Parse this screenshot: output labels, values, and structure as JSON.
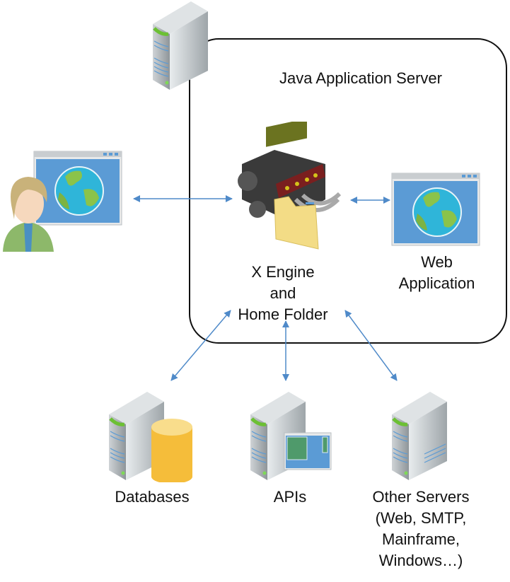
{
  "diagram": {
    "container": {
      "title": "Java Application Server"
    },
    "nodes": {
      "engine": {
        "lines": [
          "X Engine",
          "and",
          "Home Folder"
        ],
        "icon": "engine-folder-icon"
      },
      "web_app": {
        "lines": [
          "Web",
          "Application"
        ],
        "icon": "browser-globe-icon"
      },
      "user": {
        "icon": "user-browser-icon"
      },
      "top_server": {
        "icon": "server-tower-icon"
      },
      "databases": {
        "label": "Databases",
        "icon": "database-server-icon"
      },
      "apis": {
        "label": "APIs",
        "icon": "api-server-icon"
      },
      "other_servers": {
        "lines": [
          "Other Servers",
          "(Web, SMTP,",
          "Mainframe,",
          "Windows…)"
        ],
        "icon": "server-tower-icon"
      }
    },
    "edges": [
      {
        "from": "user",
        "to": "engine",
        "bidirectional": true
      },
      {
        "from": "engine",
        "to": "web_app",
        "bidirectional": true
      },
      {
        "from": "engine",
        "to": "databases",
        "bidirectional": true
      },
      {
        "from": "engine",
        "to": "apis",
        "bidirectional": true
      },
      {
        "from": "engine",
        "to": "other_servers",
        "bidirectional": true
      }
    ],
    "colors": {
      "arrow": "#4f8ac9",
      "border": "#111111",
      "browser": "#5b9bd5",
      "db": "#f5bd3a"
    }
  }
}
